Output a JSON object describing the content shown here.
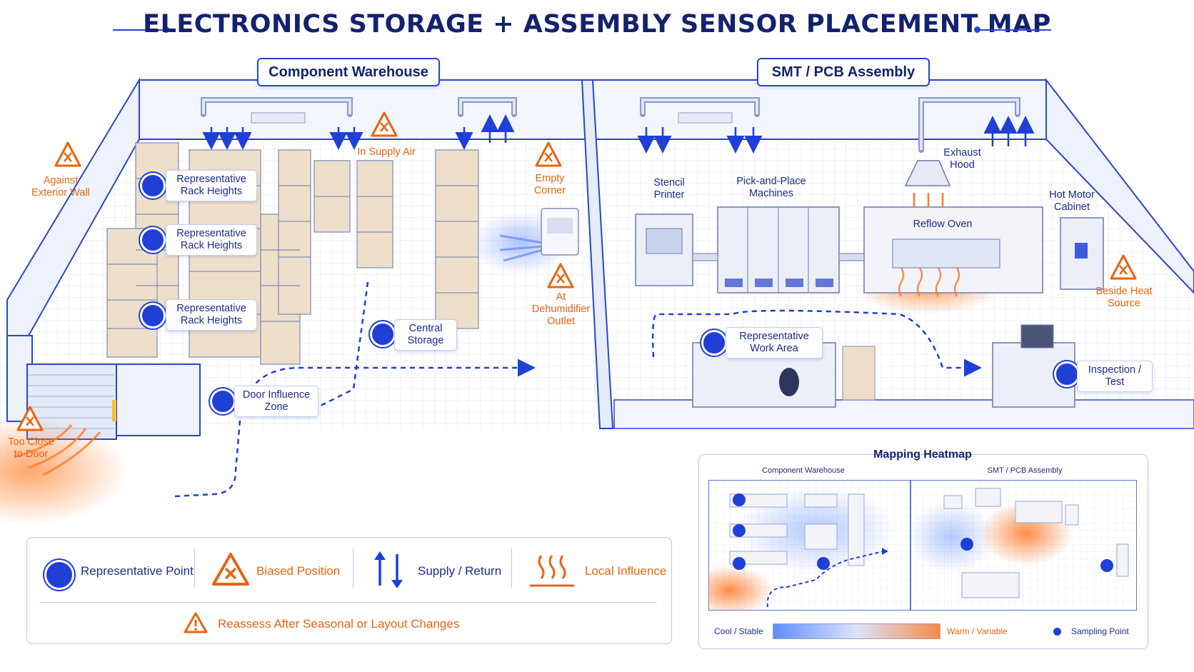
{
  "title": "ELECTRONICS STORAGE + ASSEMBLY SENSOR PLACEMENT MAP",
  "zones": {
    "warehouse": "Component Warehouse",
    "smt": "SMT / PCB Assembly"
  },
  "biased_labels": {
    "exterior_wall": "Against Exterior Wall",
    "supply_air": "In Supply Air",
    "empty_corner": "Empty Corner",
    "dehumidifier": "At Dehumidifier Outlet",
    "door": "Too Close to Door",
    "heat_source": "Beside Heat Source"
  },
  "representative_labels": {
    "rack1": "Representative Rack Heights",
    "rack2": "Representative Rack Heights",
    "rack3": "Representative Rack Heights",
    "central": "Central Storage",
    "door_zone": "Door Influence Zone",
    "work_area": "Representative Work Area",
    "inspection": "Inspection / Test"
  },
  "equipment": {
    "stencil": "Stencil Printer",
    "pnp": "Pick-and-Place Machines",
    "exhaust": "Exhaust Hood",
    "reflow": "Reflow Oven",
    "hot_motor": "Hot Motor Cabinet"
  },
  "legend": {
    "representative": "Representative Point",
    "biased": "Biased Position",
    "supply_return": "Supply / Return",
    "local": "Local Influence",
    "reassess": "Reassess After Seasonal or Layout Changes"
  },
  "heatmap": {
    "title": "Mapping Heatmap",
    "left": "Component Warehouse",
    "right": "SMT / PCB Assembly",
    "cool": "Cool / Stable",
    "warm": "Warm / Variable",
    "sampling": "Sampling Point"
  },
  "colors": {
    "blue": "#1f3fd6",
    "orange": "#e8640f",
    "navy": "#14226e"
  }
}
